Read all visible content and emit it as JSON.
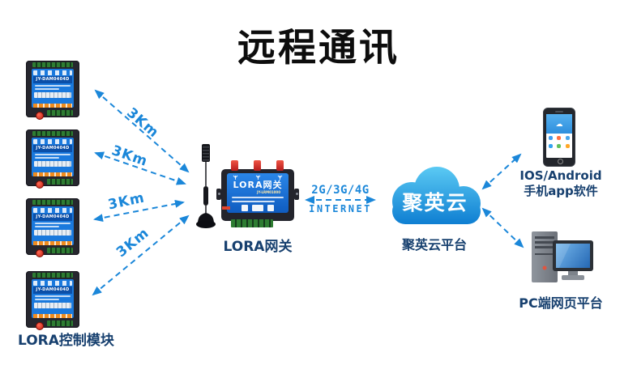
{
  "title": "远程通讯",
  "colors": {
    "arrow_blue": "#1b87d9",
    "caption_navy": "#17406f",
    "cloud_top": "#5ecdf5",
    "cloud_bottom": "#0878cf",
    "module_panel_blue": "#1a79dd",
    "module_band_blue": "#0b4fa8",
    "gateway_panel_blue": "#1668cc",
    "antenna_cap_red": "#d32f2f",
    "title_black": "#0d0d0d"
  },
  "left_group": {
    "module_label": "JY-DAM0404D",
    "caption": "LORA控制模块",
    "links": [
      {
        "distance": "3Km"
      },
      {
        "distance": "3Km"
      },
      {
        "distance": "3Km"
      },
      {
        "distance": "3Km"
      }
    ]
  },
  "gateway": {
    "panel_title": "LORA网关",
    "panel_model": "JY-LRM01000",
    "caption": "LORA网关"
  },
  "wan_link": {
    "network": "2G/3G/4G",
    "medium": "INTERNET"
  },
  "cloud": {
    "name": "聚英云",
    "caption": "聚英云平台"
  },
  "phone": {
    "screen_icon": "☁",
    "caption_line1": "IOS/Android",
    "caption_line2": "手机app软件"
  },
  "pc": {
    "caption": "PC端网页平台"
  }
}
